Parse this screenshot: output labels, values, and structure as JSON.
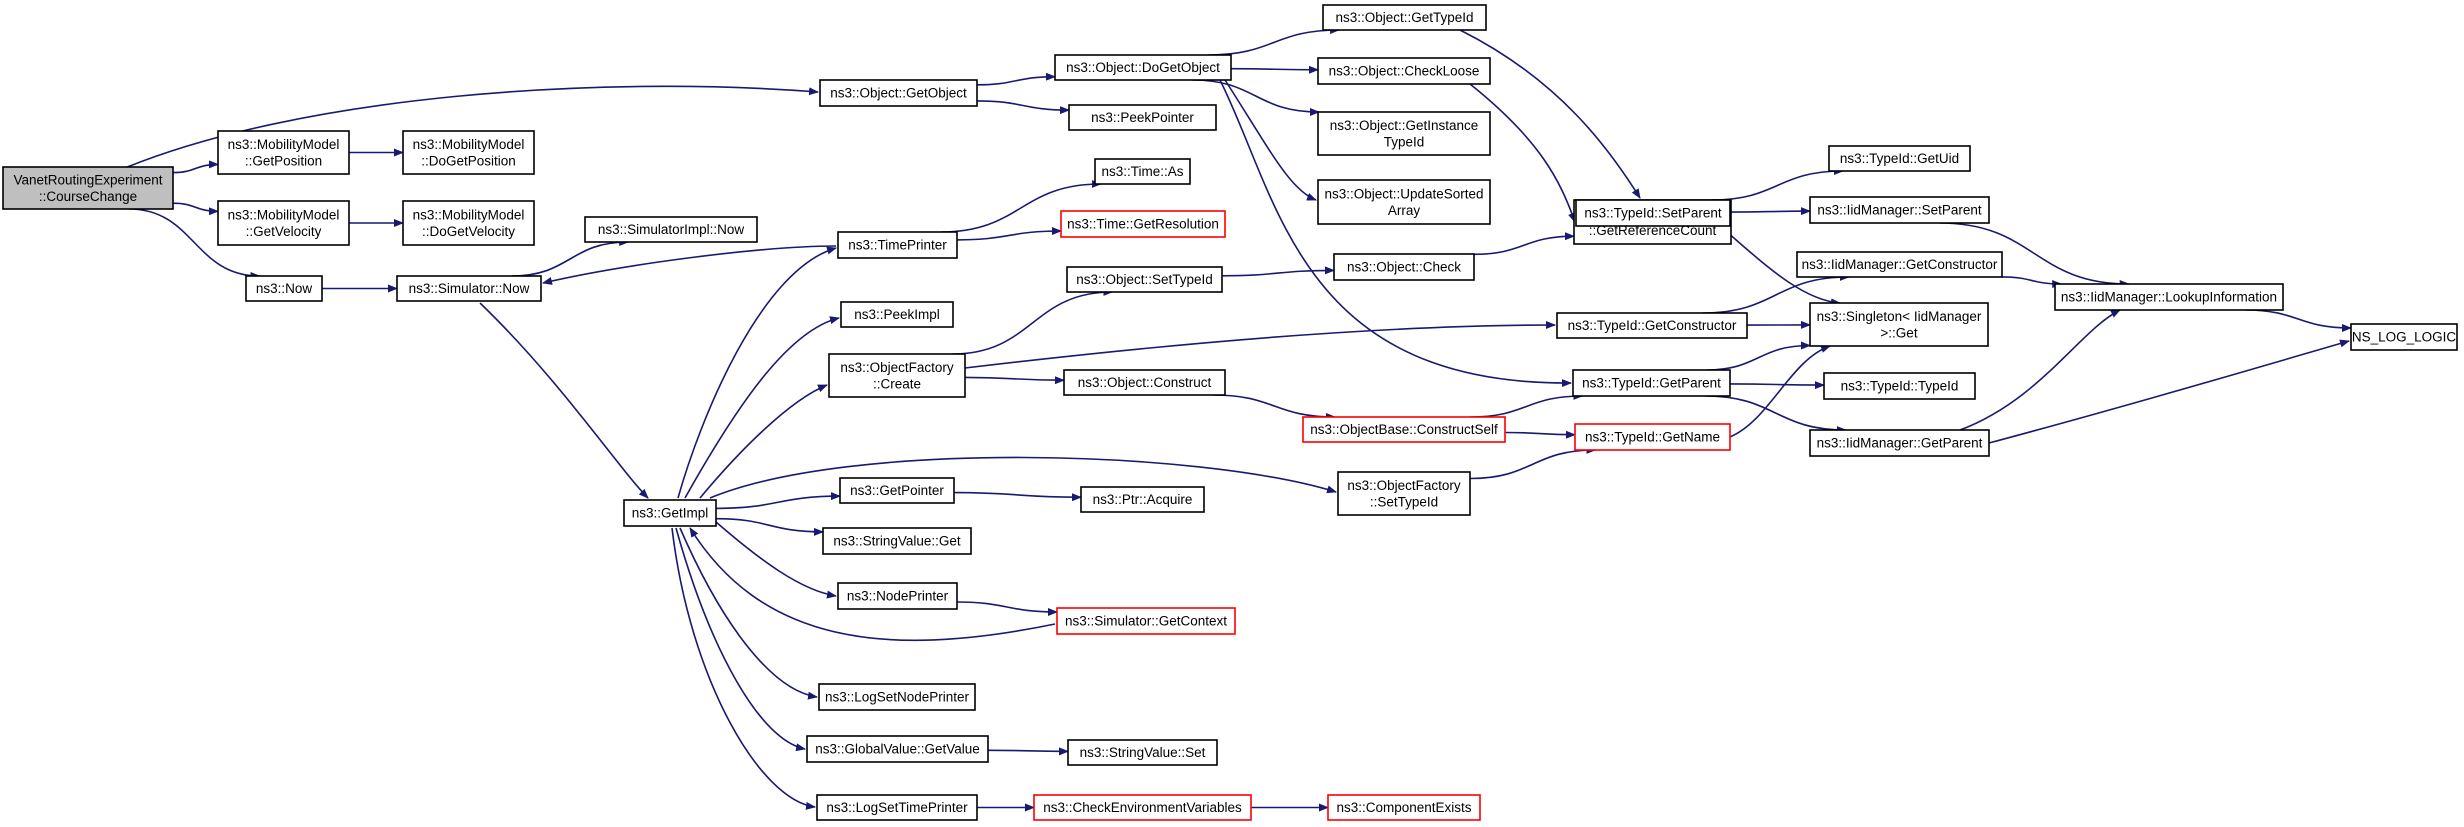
{
  "diagram": {
    "type": "call-graph",
    "colors": {
      "edge": "#191970",
      "node_border": "#000000",
      "node_border_truncated": "#ff0000",
      "node_fill": "#ffffff",
      "root_fill": "#bfbfbf"
    },
    "nodes": [
      {
        "id": "course_change",
        "lines": [
          "VanetRoutingExperiment",
          "::CourseChange"
        ],
        "root": true
      },
      {
        "id": "get_object",
        "lines": [
          "ns3::Object::GetObject"
        ]
      },
      {
        "id": "do_get_object",
        "lines": [
          "ns3::Object::DoGetObject"
        ]
      },
      {
        "id": "object_get_type_id",
        "lines": [
          "ns3::Object::GetTypeId"
        ]
      },
      {
        "id": "check_loose",
        "lines": [
          "ns3::Object::CheckLoose"
        ]
      },
      {
        "id": "get_instance_type_id",
        "lines": [
          "ns3::Object::GetInstance",
          "TypeId"
        ]
      },
      {
        "id": "update_sorted_array",
        "lines": [
          "ns3::Object::UpdateSorted",
          "Array"
        ]
      },
      {
        "id": "peek_pointer",
        "lines": [
          "ns3::PeekPointer"
        ]
      },
      {
        "id": "mm_get_position",
        "lines": [
          "ns3::MobilityModel",
          "::GetPosition"
        ]
      },
      {
        "id": "mm_do_get_position",
        "lines": [
          "ns3::MobilityModel",
          "::DoGetPosition"
        ]
      },
      {
        "id": "mm_get_velocity",
        "lines": [
          "ns3::MobilityModel",
          "::GetVelocity"
        ]
      },
      {
        "id": "mm_do_get_velocity",
        "lines": [
          "ns3::MobilityModel",
          "::DoGetVelocity"
        ]
      },
      {
        "id": "now",
        "lines": [
          "ns3::Now"
        ]
      },
      {
        "id": "simulator_now",
        "lines": [
          "ns3::Simulator::Now"
        ]
      },
      {
        "id": "simulator_impl_now",
        "lines": [
          "ns3::SimulatorImpl::Now"
        ]
      },
      {
        "id": "time_printer",
        "lines": [
          "ns3::TimePrinter"
        ]
      },
      {
        "id": "time_as",
        "lines": [
          "ns3::Time::As"
        ]
      },
      {
        "id": "time_get_resolution",
        "lines": [
          "ns3::Time::GetResolution"
        ],
        "truncated": true
      },
      {
        "id": "get_impl",
        "lines": [
          "ns3::GetImpl"
        ]
      },
      {
        "id": "peek_impl",
        "lines": [
          "ns3::PeekImpl"
        ]
      },
      {
        "id": "object_factory_create",
        "lines": [
          "ns3::ObjectFactory",
          "::Create"
        ]
      },
      {
        "id": "object_set_type_id",
        "lines": [
          "ns3::Object::SetTypeId"
        ]
      },
      {
        "id": "object_check",
        "lines": [
          "ns3::Object::Check"
        ]
      },
      {
        "id": "simple_ref_count",
        "lines": [
          "ns3::SimpleRefCount",
          "::GetReferenceCount"
        ]
      },
      {
        "id": "object_construct",
        "lines": [
          "ns3::Object::Construct"
        ]
      },
      {
        "id": "object_base_construct_self",
        "lines": [
          "ns3::ObjectBase::ConstructSelf"
        ],
        "truncated": true
      },
      {
        "id": "type_id_get_name",
        "lines": [
          "ns3::TypeId::GetName"
        ],
        "truncated": true
      },
      {
        "id": "type_id_get_constructor",
        "lines": [
          "ns3::TypeId::GetConstructor"
        ]
      },
      {
        "id": "type_id_get_parent",
        "lines": [
          "ns3::TypeId::GetParent"
        ]
      },
      {
        "id": "type_id_set_parent",
        "lines": [
          "ns3::TypeId::SetParent"
        ]
      },
      {
        "id": "type_id_get_uid",
        "lines": [
          "ns3::TypeId::GetUid"
        ]
      },
      {
        "id": "iid_manager_set_parent",
        "lines": [
          "ns3::IidManager::SetParent"
        ]
      },
      {
        "id": "iid_manager_get_constructor",
        "lines": [
          "ns3::IidManager::GetConstructor"
        ]
      },
      {
        "id": "singleton_get",
        "lines": [
          "ns3::Singleton< IidManager",
          " >::Get"
        ]
      },
      {
        "id": "type_id_type_id",
        "lines": [
          "ns3::TypeId::TypeId"
        ]
      },
      {
        "id": "iid_manager_get_parent",
        "lines": [
          "ns3::IidManager::GetParent"
        ]
      },
      {
        "id": "iid_manager_lookup",
        "lines": [
          "ns3::IidManager::LookupInformation"
        ]
      },
      {
        "id": "ns_log_logic",
        "lines": [
          "NS_LOG_LOGIC"
        ]
      },
      {
        "id": "object_factory_set_type_id",
        "lines": [
          "ns3::ObjectFactory",
          "::SetTypeId"
        ]
      },
      {
        "id": "get_pointer",
        "lines": [
          "ns3::GetPointer"
        ]
      },
      {
        "id": "ptr_acquire",
        "lines": [
          "ns3::Ptr::Acquire"
        ]
      },
      {
        "id": "string_value_get",
        "lines": [
          "ns3::StringValue::Get"
        ]
      },
      {
        "id": "node_printer",
        "lines": [
          "ns3::NodePrinter"
        ]
      },
      {
        "id": "simulator_get_context",
        "lines": [
          "ns3::Simulator::GetContext"
        ],
        "truncated": true
      },
      {
        "id": "log_set_node_printer",
        "lines": [
          "ns3::LogSetNodePrinter"
        ]
      },
      {
        "id": "global_value_get_value",
        "lines": [
          "ns3::GlobalValue::GetValue"
        ]
      },
      {
        "id": "string_value_set",
        "lines": [
          "ns3::StringValue::Set"
        ]
      },
      {
        "id": "log_set_time_printer",
        "lines": [
          "ns3::LogSetTimePrinter"
        ]
      },
      {
        "id": "check_environment_variables",
        "lines": [
          "ns3::CheckEnvironmentVariables"
        ],
        "truncated": true
      },
      {
        "id": "component_exists",
        "lines": [
          "ns3::ComponentExists"
        ],
        "truncated": true
      }
    ],
    "edges": [
      [
        "course_change",
        "get_object"
      ],
      [
        "course_change",
        "mm_get_position"
      ],
      [
        "course_change",
        "mm_get_velocity"
      ],
      [
        "course_change",
        "now"
      ],
      [
        "get_object",
        "do_get_object"
      ],
      [
        "get_object",
        "peek_pointer"
      ],
      [
        "do_get_object",
        "object_get_type_id"
      ],
      [
        "do_get_object",
        "check_loose"
      ],
      [
        "do_get_object",
        "get_instance_type_id"
      ],
      [
        "do_get_object",
        "update_sorted_array"
      ],
      [
        "do_get_object",
        "type_id_get_parent"
      ],
      [
        "object_get_type_id",
        "type_id_set_parent"
      ],
      [
        "check_loose",
        "simple_ref_count"
      ],
      [
        "mm_get_position",
        "mm_do_get_position"
      ],
      [
        "mm_get_velocity",
        "mm_do_get_velocity"
      ],
      [
        "now",
        "simulator_now"
      ],
      [
        "simulator_now",
        "simulator_impl_now"
      ],
      [
        "simulator_now",
        "get_impl"
      ],
      [
        "time_printer",
        "simulator_now"
      ],
      [
        "time_printer",
        "time_as"
      ],
      [
        "time_printer",
        "time_get_resolution"
      ],
      [
        "get_impl",
        "time_printer"
      ],
      [
        "get_impl",
        "peek_impl"
      ],
      [
        "get_impl",
        "object_factory_create"
      ],
      [
        "get_impl",
        "object_factory_set_type_id"
      ],
      [
        "get_impl",
        "get_pointer"
      ],
      [
        "get_impl",
        "string_value_get"
      ],
      [
        "get_impl",
        "node_printer"
      ],
      [
        "get_impl",
        "log_set_node_printer"
      ],
      [
        "get_impl",
        "global_value_get_value"
      ],
      [
        "get_impl",
        "log_set_time_printer"
      ],
      [
        "simulator_get_context",
        "get_impl"
      ],
      [
        "object_factory_create",
        "object_set_type_id"
      ],
      [
        "object_factory_create",
        "type_id_get_constructor"
      ],
      [
        "object_factory_create",
        "object_construct"
      ],
      [
        "object_set_type_id",
        "object_check"
      ],
      [
        "object_check",
        "simple_ref_count"
      ],
      [
        "object_construct",
        "object_base_construct_self"
      ],
      [
        "object_base_construct_self",
        "type_id_get_parent"
      ],
      [
        "object_base_construct_self",
        "type_id_get_name"
      ],
      [
        "object_factory_set_type_id",
        "type_id_get_name"
      ],
      [
        "type_id_get_name",
        "singleton_get"
      ],
      [
        "type_id_get_constructor",
        "iid_manager_get_constructor"
      ],
      [
        "type_id_get_constructor",
        "singleton_get"
      ],
      [
        "type_id_get_parent",
        "singleton_get"
      ],
      [
        "type_id_get_parent",
        "type_id_type_id"
      ],
      [
        "type_id_get_parent",
        "iid_manager_get_parent"
      ],
      [
        "type_id_set_parent",
        "type_id_get_uid"
      ],
      [
        "type_id_set_parent",
        "iid_manager_set_parent"
      ],
      [
        "type_id_set_parent",
        "singleton_get"
      ],
      [
        "iid_manager_set_parent",
        "iid_manager_lookup"
      ],
      [
        "iid_manager_get_constructor",
        "iid_manager_lookup"
      ],
      [
        "iid_manager_get_parent",
        "iid_manager_lookup"
      ],
      [
        "iid_manager_get_parent",
        "ns_log_logic"
      ],
      [
        "iid_manager_lookup",
        "ns_log_logic"
      ],
      [
        "get_pointer",
        "ptr_acquire"
      ],
      [
        "node_printer",
        "simulator_get_context"
      ],
      [
        "global_value_get_value",
        "string_value_set"
      ],
      [
        "log_set_time_printer",
        "check_environment_variables"
      ],
      [
        "check_environment_variables",
        "component_exists"
      ]
    ]
  }
}
